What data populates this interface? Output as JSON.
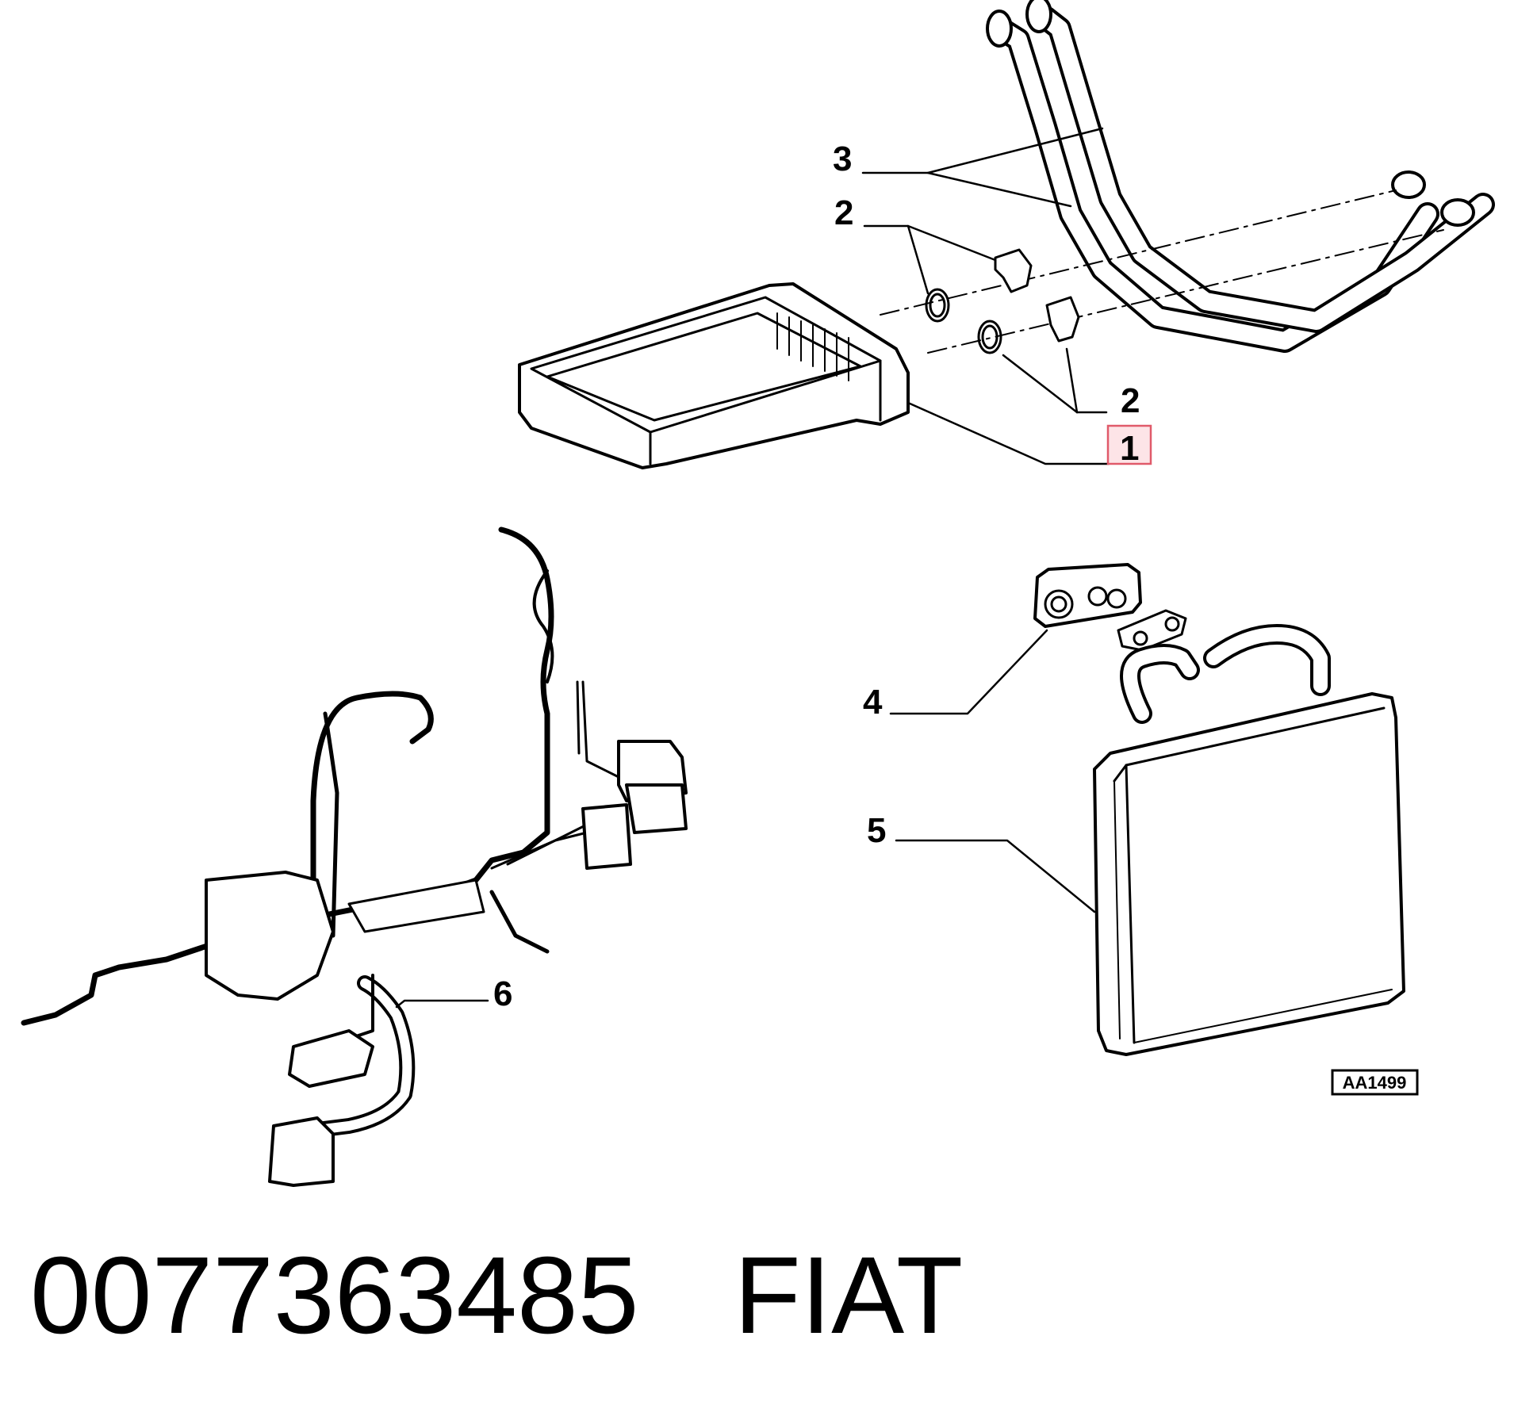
{
  "diagram": {
    "callouts": [
      {
        "id": "3",
        "label": "3"
      },
      {
        "id": "2a",
        "label": "2"
      },
      {
        "id": "2b",
        "label": "2"
      },
      {
        "id": "1",
        "label": "1",
        "highlighted": true
      },
      {
        "id": "4",
        "label": "4"
      },
      {
        "id": "5",
        "label": "5"
      },
      {
        "id": "6",
        "label": "6"
      }
    ],
    "ref_code": "AA1499",
    "highlight_color": "#e05a6a",
    "highlight_fill": "#fde4e7"
  },
  "footer": {
    "part_number": "0077363485",
    "brand": "FIAT"
  }
}
